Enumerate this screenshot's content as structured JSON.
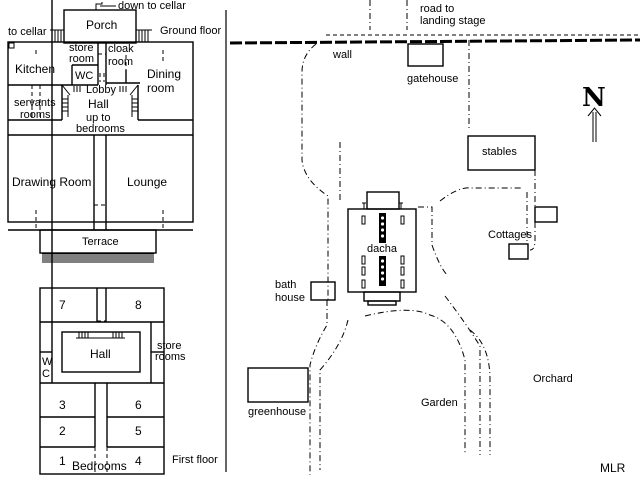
{
  "diagram": {
    "type": "estate-plan",
    "colors": {
      "ink": "#000000",
      "paper": "#ffffff"
    },
    "ground_floor": {
      "title": "Ground floor",
      "labels": {
        "down_to_cellar": "down to cellar",
        "to_cellar": "to cellar",
        "porch": "Porch",
        "kitchen": "Kitchen",
        "store_1": "store",
        "store_2": "room",
        "wc": "WC",
        "cloak_1": "cloak",
        "cloak_2": "room",
        "dining_1": "Dining",
        "dining_2": "room",
        "lobby": "Lobby",
        "servants_1": "servants",
        "servants_2": "rooms",
        "hall": "Hall",
        "up_to_1": "up to",
        "up_to_2": "bedrooms",
        "drawing_room": "Drawing Room",
        "lounge": "Lounge",
        "terrace": "Terrace"
      }
    },
    "first_floor": {
      "title": "First floor",
      "labels": {
        "room_7": "7",
        "room_8": "8",
        "hall": "Hall",
        "wc_1": "W",
        "wc_2": "C",
        "store_1": "store",
        "store_2": "rooms",
        "room_3": "3",
        "room_6": "6",
        "room_2": "2",
        "room_5": "5",
        "room_1": "1",
        "room_4": "4",
        "bedrooms": "Bedrooms"
      }
    },
    "site_plan": {
      "labels": {
        "road_1": "road to",
        "road_2": "landing stage",
        "wall": "wall",
        "gatehouse": "gatehouse",
        "stables": "stables",
        "dacha": "dacha",
        "cottages": "Cottages",
        "bath_1": "bath",
        "bath_2": "house",
        "greenhouse": "greenhouse",
        "garden": "Garden",
        "orchard": "Orchard",
        "north": "N"
      },
      "signature": "MLR"
    }
  }
}
